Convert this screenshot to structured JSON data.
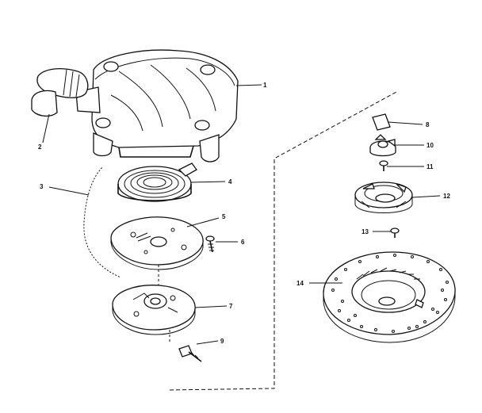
{
  "parts": [
    {
      "number": "1"
    },
    {
      "number": "2"
    },
    {
      "number": "3"
    },
    {
      "number": "4"
    },
    {
      "number": "5"
    },
    {
      "number": "6"
    },
    {
      "number": "7"
    },
    {
      "number": "8"
    },
    {
      "number": "9"
    },
    {
      "number": "10"
    },
    {
      "number": "11"
    },
    {
      "number": "12"
    },
    {
      "number": "13"
    },
    {
      "number": "14"
    }
  ]
}
